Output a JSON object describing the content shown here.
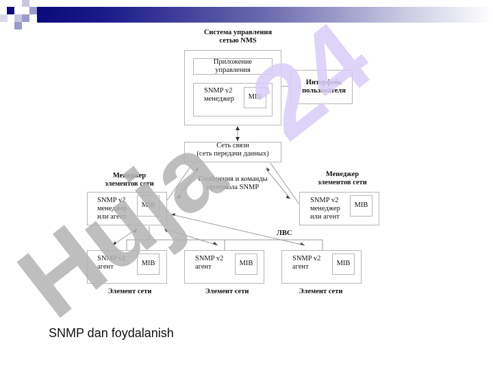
{
  "nms": {
    "title_line1": "Система управления",
    "title_line2": "сетью NMS"
  },
  "app": {
    "line1": "Приложение",
    "line2": "управления"
  },
  "manager": {
    "line1": "SNMP v2",
    "line2": "менеджер"
  },
  "mib_label": "MIB",
  "ui": {
    "line1": "Интерфейс",
    "line2": "пользователя"
  },
  "network": {
    "line1": "Сеть связи",
    "line2": "(сеть передачи данных)"
  },
  "messages": {
    "line1": "Сообщения и команды",
    "line2": "протокола SNMP"
  },
  "element_manager_left": {
    "line1": "Менеджер",
    "line2": "элементов сети"
  },
  "element_manager_right": {
    "line1": "Менеджер",
    "line2": "элементов сети"
  },
  "mgr_agent": {
    "line1": "SNMP v2",
    "line2": "менеджер",
    "line3": "или агент"
  },
  "lan": "ЛВС",
  "agent": {
    "line1": "SNMP v2",
    "line2": "агент"
  },
  "element_label": "Элемент сети",
  "caption": "SNMP dan foydalanish",
  "watermark": "Huja.24",
  "colors": {
    "banner_dark": "#0a0a7a",
    "watermark_purple": "#d9ccf7",
    "watermark_gray": "#b3b3b3"
  }
}
